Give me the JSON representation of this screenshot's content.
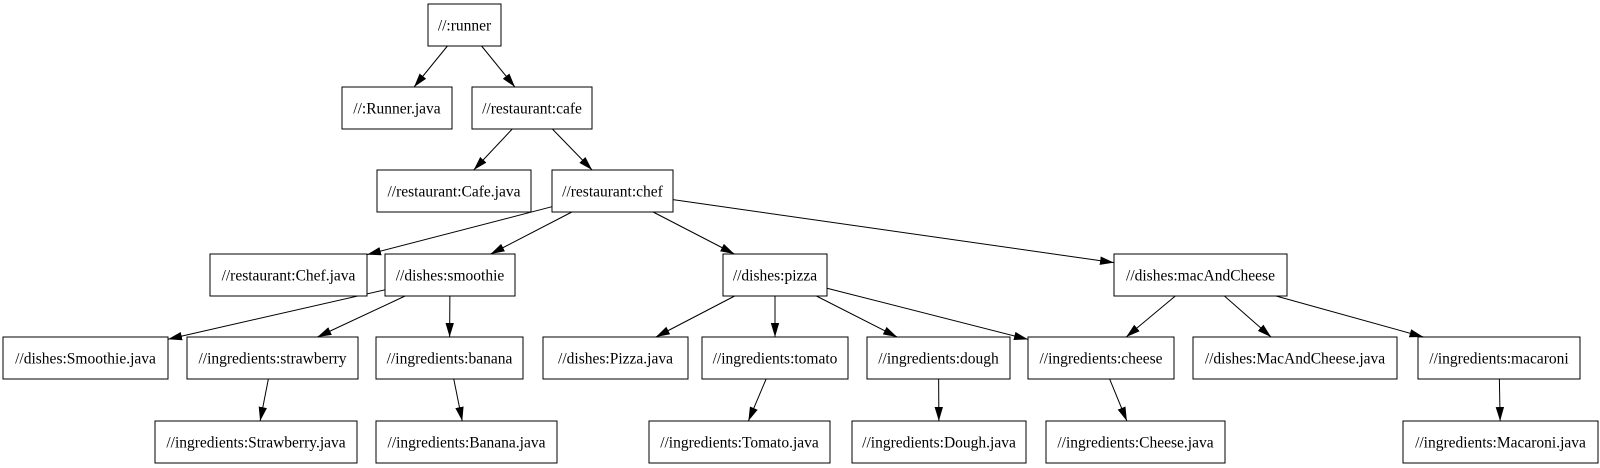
{
  "page": {
    "background": "#ffffff"
  },
  "diagram": {
    "type": "build-dependency-graph",
    "colors": {
      "node_fill": "#ffffff",
      "node_border": "#000000",
      "edge": "#000000",
      "text": "#000000"
    },
    "nodes": [
      {
        "id": "runner",
        "label": "//:runner"
      },
      {
        "id": "runner-java",
        "label": "//:Runner.java"
      },
      {
        "id": "cafe",
        "label": "//restaurant:cafe"
      },
      {
        "id": "cafe-java",
        "label": "//restaurant:Cafe.java"
      },
      {
        "id": "chef",
        "label": "//restaurant:chef"
      },
      {
        "id": "chef-java",
        "label": "//restaurant:Chef.java"
      },
      {
        "id": "smoothie",
        "label": "//dishes:smoothie"
      },
      {
        "id": "smoothie-java",
        "label": "//dishes:Smoothie.java"
      },
      {
        "id": "strawberry",
        "label": "//ingredients:strawberry"
      },
      {
        "id": "strawberry-java",
        "label": "//ingredients:Strawberry.java"
      },
      {
        "id": "banana",
        "label": "//ingredients:banana"
      },
      {
        "id": "banana-java",
        "label": "//ingredients:Banana.java"
      },
      {
        "id": "pizza",
        "label": "//dishes:pizza"
      },
      {
        "id": "pizza-java",
        "label": "//dishes:Pizza.java"
      },
      {
        "id": "tomato",
        "label": "//ingredients:tomato"
      },
      {
        "id": "tomato-java",
        "label": "//ingredients:Tomato.java"
      },
      {
        "id": "dough",
        "label": "//ingredients:dough"
      },
      {
        "id": "dough-java",
        "label": "//ingredients:Dough.java"
      },
      {
        "id": "cheese",
        "label": "//ingredients:cheese"
      },
      {
        "id": "cheese-java",
        "label": "//ingredients:Cheese.java"
      },
      {
        "id": "mac-and-cheese",
        "label": "//dishes:macAndCheese"
      },
      {
        "id": "mac-and-cheese-java",
        "label": "//dishes:MacAndCheese.java"
      },
      {
        "id": "macaroni",
        "label": "//ingredients:macaroni"
      },
      {
        "id": "macaroni-java",
        "label": "//ingredients:Macaroni.java"
      }
    ],
    "edges": [
      {
        "from": "runner",
        "to": "runner-java"
      },
      {
        "from": "runner",
        "to": "cafe"
      },
      {
        "from": "cafe",
        "to": "cafe-java"
      },
      {
        "from": "cafe",
        "to": "chef"
      },
      {
        "from": "chef",
        "to": "chef-java"
      },
      {
        "from": "chef",
        "to": "smoothie"
      },
      {
        "from": "chef",
        "to": "pizza"
      },
      {
        "from": "chef",
        "to": "mac-and-cheese"
      },
      {
        "from": "smoothie",
        "to": "smoothie-java"
      },
      {
        "from": "smoothie",
        "to": "strawberry"
      },
      {
        "from": "smoothie",
        "to": "banana"
      },
      {
        "from": "strawberry",
        "to": "strawberry-java"
      },
      {
        "from": "banana",
        "to": "banana-java"
      },
      {
        "from": "pizza",
        "to": "pizza-java"
      },
      {
        "from": "pizza",
        "to": "tomato"
      },
      {
        "from": "pizza",
        "to": "dough"
      },
      {
        "from": "pizza",
        "to": "cheese"
      },
      {
        "from": "tomato",
        "to": "tomato-java"
      },
      {
        "from": "dough",
        "to": "dough-java"
      },
      {
        "from": "cheese",
        "to": "cheese-java"
      },
      {
        "from": "mac-and-cheese",
        "to": "cheese"
      },
      {
        "from": "mac-and-cheese",
        "to": "mac-and-cheese-java"
      },
      {
        "from": "mac-and-cheese",
        "to": "macaroni"
      },
      {
        "from": "macaroni",
        "to": "macaroni-java"
      }
    ]
  }
}
